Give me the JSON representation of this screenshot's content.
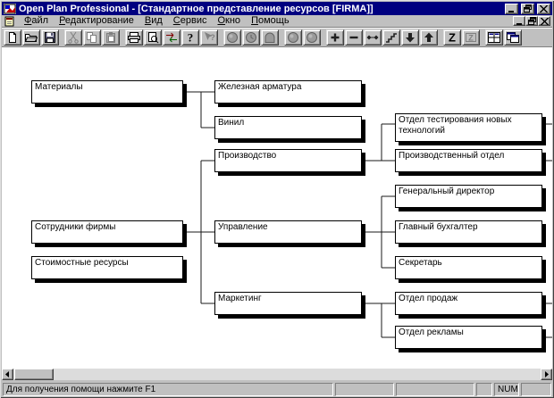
{
  "window": {
    "title": "Open Plan Professional - [Стандартное представление ресурсов [FIRMA]]"
  },
  "menu": {
    "items": [
      {
        "key": "Ф",
        "rest": "айл"
      },
      {
        "key": "Р",
        "rest": "едактирование"
      },
      {
        "key": "В",
        "rest": "ид"
      },
      {
        "key": "С",
        "rest": "ервис"
      },
      {
        "key": "О",
        "rest": "кно"
      },
      {
        "key": "П",
        "rest": "омощь"
      }
    ]
  },
  "toolbar": {
    "buttons": [
      {
        "name": "new-document-icon",
        "glyph": "new",
        "enabled": true
      },
      {
        "name": "open-file-icon",
        "glyph": "open",
        "enabled": true
      },
      {
        "name": "save-icon",
        "glyph": "save",
        "enabled": true
      },
      {
        "sep": true
      },
      {
        "name": "cut-icon",
        "glyph": "cut",
        "enabled": false
      },
      {
        "name": "copy-icon",
        "glyph": "copy",
        "enabled": false
      },
      {
        "name": "paste-icon",
        "glyph": "paste",
        "enabled": false
      },
      {
        "sep": true
      },
      {
        "name": "print-icon",
        "glyph": "print",
        "enabled": true
      },
      {
        "name": "print-preview-icon",
        "glyph": "preview",
        "enabled": true
      },
      {
        "name": "import-export-icon",
        "glyph": "exchange",
        "enabled": true
      },
      {
        "name": "help-icon",
        "glyph": "help",
        "enabled": true
      },
      {
        "name": "context-help-icon",
        "glyph": "ctxhelp",
        "enabled": false
      },
      {
        "sep": true
      },
      {
        "name": "resource-circle-icon",
        "glyph": "circle",
        "enabled": false
      },
      {
        "name": "resource-clock-icon",
        "glyph": "clock",
        "enabled": false
      },
      {
        "name": "resource-arch-icon",
        "glyph": "arch",
        "enabled": false
      },
      {
        "sep": true
      },
      {
        "name": "resource-circle-icon-2",
        "glyph": "circle",
        "enabled": false
      },
      {
        "name": "resource-circle-icon-3",
        "glyph": "circle",
        "enabled": false
      },
      {
        "sep": true
      },
      {
        "name": "add-node-icon",
        "glyph": "plus",
        "enabled": true
      },
      {
        "name": "remove-node-icon",
        "glyph": "minus",
        "enabled": true
      },
      {
        "name": "link-nodes-icon",
        "glyph": "link",
        "enabled": true
      },
      {
        "name": "outline-steps-icon",
        "glyph": "steps",
        "enabled": true
      },
      {
        "name": "move-down-icon",
        "glyph": "down",
        "enabled": true
      },
      {
        "name": "move-up-icon",
        "glyph": "up",
        "enabled": true
      },
      {
        "sep": true
      },
      {
        "name": "zoom-z-icon",
        "glyph": "z",
        "enabled": true
      },
      {
        "name": "zoom-z-alt-icon",
        "glyph": "z2",
        "enabled": false
      },
      {
        "sep": true
      },
      {
        "name": "tile-windows-icon",
        "glyph": "grid",
        "enabled": true
      },
      {
        "name": "cascade-windows-icon",
        "glyph": "cascade",
        "enabled": true
      }
    ]
  },
  "tree": {
    "nodes": [
      {
        "id": "materials",
        "label": "Материалы"
      },
      {
        "id": "iron",
        "label": "Железная арматура"
      },
      {
        "id": "vinyl",
        "label": "Винил"
      },
      {
        "id": "staff",
        "label": "Сотрудники фирмы"
      },
      {
        "id": "cost",
        "label": "Стоимостные ресурсы"
      },
      {
        "id": "production",
        "label": "Производство"
      },
      {
        "id": "management",
        "label": "Управление"
      },
      {
        "id": "marketing",
        "label": "Маркетинг"
      },
      {
        "id": "testing",
        "label": "Отдел тестирования новых технологий"
      },
      {
        "id": "proddept",
        "label": "Производственный отдел"
      },
      {
        "id": "ceo",
        "label": "Генеральный директор"
      },
      {
        "id": "accountant",
        "label": "Главный бухгалтер"
      },
      {
        "id": "secretary",
        "label": "Секретарь"
      },
      {
        "id": "sales",
        "label": "Отдел продаж"
      },
      {
        "id": "ads",
        "label": "Отдел рекламы"
      }
    ]
  },
  "statusbar": {
    "help_text": "Для получения помощи нажмите F1",
    "num_label": "NUM"
  },
  "colors": {
    "titlebar": "#000080",
    "chrome": "#c0c0c0",
    "canvas": "#ffffff",
    "node_border": "#000000"
  }
}
